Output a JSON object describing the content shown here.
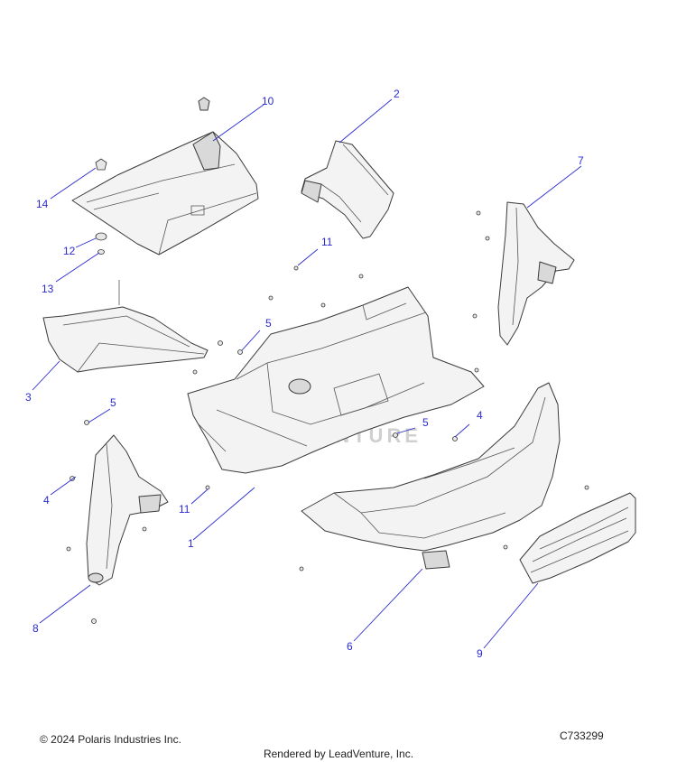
{
  "callouts": [
    {
      "label": "1"
    },
    {
      "label": "2"
    },
    {
      "label": "3"
    },
    {
      "label": "4"
    },
    {
      "label": "4"
    },
    {
      "label": "5"
    },
    {
      "label": "5"
    },
    {
      "label": "5"
    },
    {
      "label": "6"
    },
    {
      "label": "7"
    },
    {
      "label": "8"
    },
    {
      "label": "9"
    },
    {
      "label": "10"
    },
    {
      "label": "11"
    },
    {
      "label": "11"
    },
    {
      "label": "12"
    },
    {
      "label": "13"
    },
    {
      "label": "14"
    }
  ],
  "watermark": "LEADVENTURE",
  "footer": {
    "copyright": "© 2024 Polaris Industries Inc.",
    "diagram_id": "C733299",
    "rendered_by": "Rendered by LeadVenture, Inc."
  },
  "colors": {
    "callout": "#2a2ad0",
    "line": "#3a3a3a",
    "part_fill": "#f3f3f3"
  }
}
